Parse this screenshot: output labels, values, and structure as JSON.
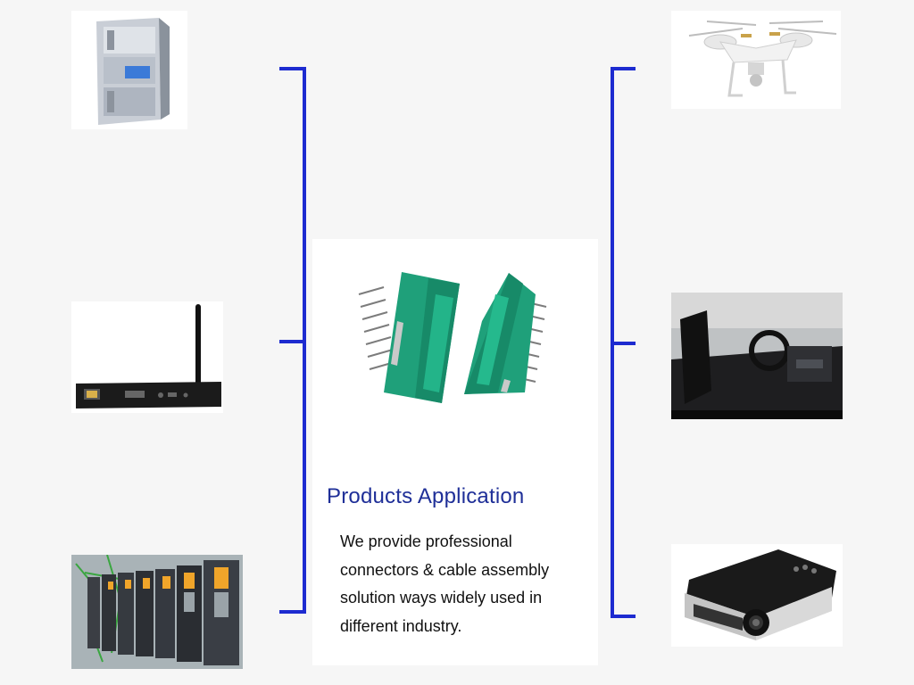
{
  "product_title": "Products Application",
  "description_lines": [
    "We provide professional",
    "connectors & cable assembly",
    "solution ways widely used in",
    "different industry."
  ],
  "images": {
    "left": [
      "pc-tower",
      "wifi-router",
      "inverter-cabinet"
    ],
    "right": [
      "drone",
      "car-interior",
      "projector"
    ],
    "center": "green-connector-pair"
  },
  "colors": {
    "accent": "#1d2bd0",
    "title": "#1f2f98",
    "connector": "#1f9e78",
    "background": "#f6f6f6"
  }
}
